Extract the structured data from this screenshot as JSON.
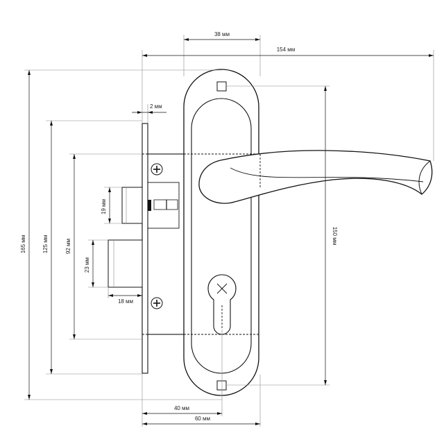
{
  "dimensions": {
    "rose_width": "38 мм",
    "total_length": "154 мм",
    "faceplate_thickness": "2 мм",
    "overall_height": "165 мм",
    "faceplate_height": "125 мм",
    "screw_spacing": "92 мм",
    "latch_height": "19 мм",
    "bolt_height": "23 мм",
    "bolt_throw": "18 мм",
    "backset": "40 мм",
    "case_depth": "60 мм",
    "handle_centers": "150 мм"
  }
}
